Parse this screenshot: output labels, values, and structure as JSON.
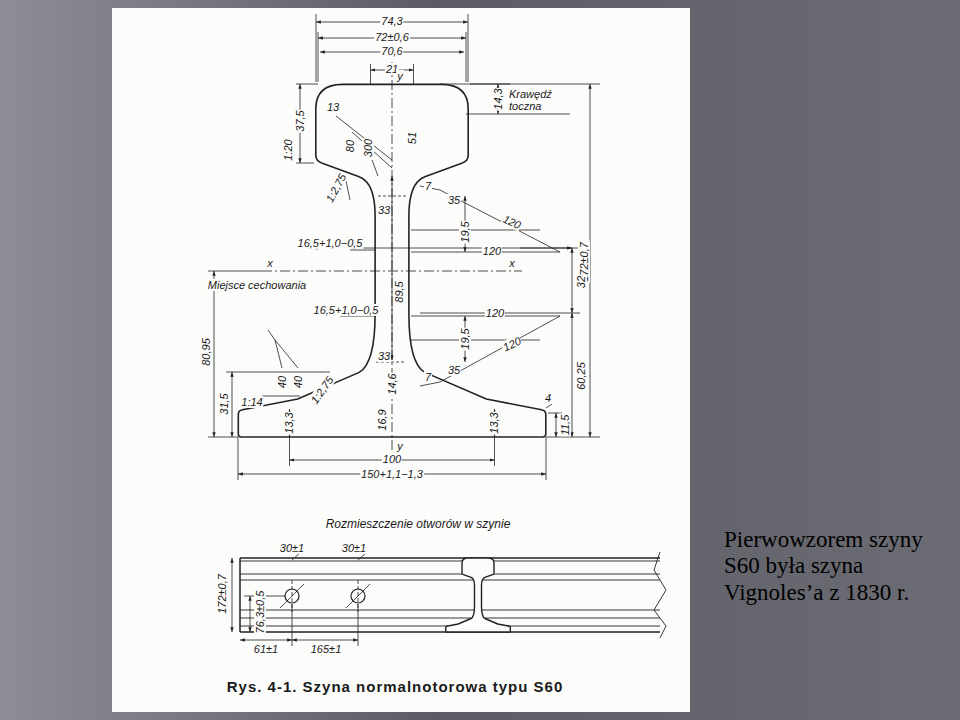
{
  "diagram": {
    "caption": "Rys. 4-1. Szyna normalnotorowa typu S60",
    "labels": [
      "74,3",
      "72±0,6",
      "70,6",
      "21",
      "y",
      "14,3",
      "Krawędź toczna",
      "37,5",
      "13",
      "1:20",
      "80",
      "300",
      "51",
      "1:2,75",
      "7",
      "35",
      "120",
      "33",
      "19,5",
      "120",
      "16,5+1,0−0,5",
      "x",
      "x",
      "Miejsce cechowania",
      "89,5",
      "16,5+1,0−0,5",
      "120",
      "19,5",
      "120",
      "33",
      "40",
      "40",
      "7",
      "35",
      "1:14",
      "1:2,75",
      "14,6",
      "31,5",
      "80,95",
      "13,3",
      "16,9",
      "13,3",
      "y",
      "172±0,7",
      "32",
      "60,25",
      "4",
      "11,5",
      "100",
      "150+1,1−1,3",
      "Rozmieszczenie otworów w szynie",
      "30±1",
      "30±1",
      "172±0,7",
      "76,3±0,5",
      "61±1",
      "165±1",
      "Pierwowzorem szyny S60 była szyna Vignoles’a z 1830 r."
    ]
  }
}
